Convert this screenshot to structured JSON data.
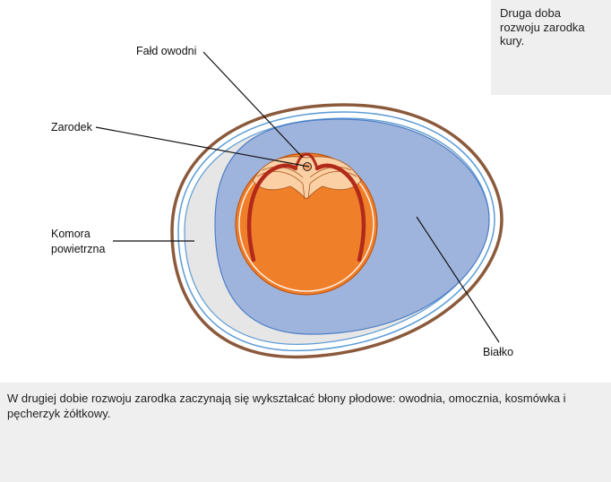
{
  "labels": {
    "amnion_fold": "Fałd owodni",
    "embryo": "Zarodek",
    "air_chamber_line1": "Komora",
    "air_chamber_line2": "powietrzna",
    "albumen": "Białko"
  },
  "note": {
    "text": "Druga doba rozwoju zarodka kury."
  },
  "caption": {
    "text": "W drugiej dobie rozwoju zarodka zaczynają się wykształcać błony płodowe: owodnia, omocznia, kosmówka i pęcherzyk żółtkowy."
  },
  "colors": {
    "shell": "#8b5a3c",
    "membrane": "#5b9bd5",
    "albumen": "#9fb4dd",
    "air_chamber": "#e6e6e6",
    "yolk": "#f07f2a",
    "yolk_light": "#fbd0a4",
    "fold": "#b22a1a"
  }
}
